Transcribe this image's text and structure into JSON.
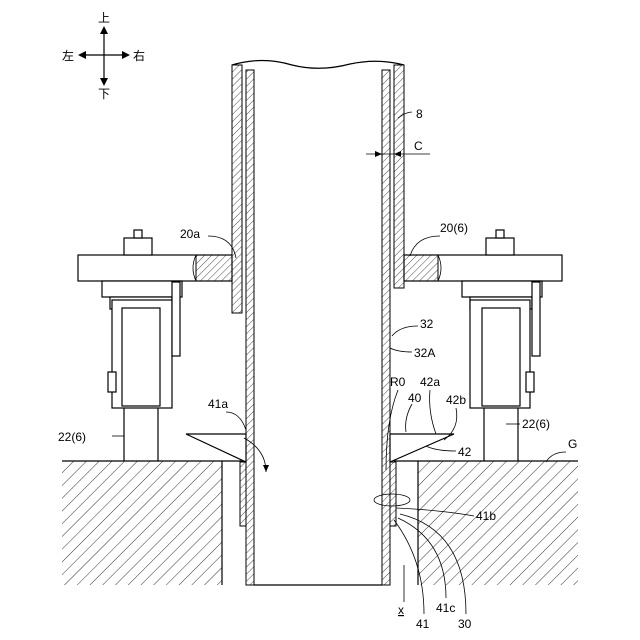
{
  "compass": {
    "up": "上",
    "down": "下",
    "left": "左",
    "right": "右"
  },
  "labels": {
    "part_8": "8",
    "gap_c": "C",
    "part_20a": "20a",
    "part_20_6": "20(6)",
    "part_32": "32",
    "part_32a": "32A",
    "r0": "R0",
    "part_40": "40",
    "part_42a": "42a",
    "part_42b": "42b",
    "part_42": "42",
    "part_41a": "41a",
    "part_22_left": "22(6)",
    "part_22_right": "22(6)",
    "ground_g": "G",
    "part_41b": "41b",
    "axis_x": "x",
    "part_41": "41",
    "part_41c": "41c",
    "part_30": "30"
  }
}
